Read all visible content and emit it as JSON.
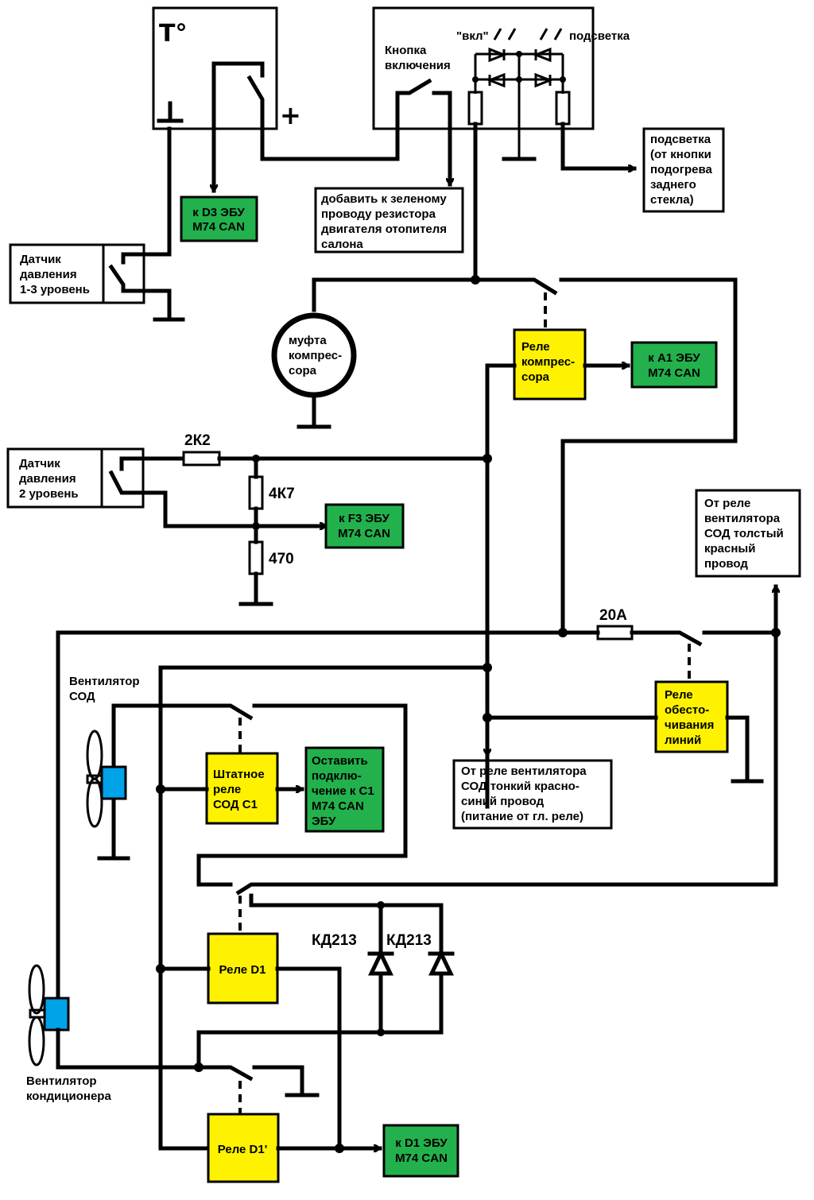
{
  "colors": {
    "wire": "#000000",
    "ecu_box": "#22b14c",
    "relay_box": "#fff200",
    "fan_motor": "#00a2e8",
    "background": "#ffffff"
  },
  "thermoswitch": {
    "temp_symbol": "T°",
    "plus_symbol": "+"
  },
  "button_unit": {
    "label": [
      "Кнопка",
      "включения"
    ],
    "on_label": "\"вкл\"",
    "backlight_label": "подсветка"
  },
  "notes": {
    "heater_resistor": [
      "добавить к зеленому",
      "проводу резистора",
      "двигателя отопителя",
      "салона"
    ],
    "backlight_source": [
      "подсветка",
      "(от кнопки",
      "подогрева",
      "заднего",
      "стекла)"
    ],
    "thick_red_wire": [
      "От реле",
      "вентилятора",
      "СОД толстый",
      "красный",
      "провод"
    ],
    "thin_red_blue_wire": [
      "От реле вентилятора",
      "СОД тонкий красно-",
      "синий провод",
      "(питание от гл. реле)"
    ]
  },
  "sensors": {
    "pressure_1_3": [
      "Датчик",
      "давления",
      "1-3 уровень"
    ],
    "pressure_2": [
      "Датчик",
      "давления",
      "2 уровень"
    ]
  },
  "compressor_clutch": [
    "муфта",
    "компрес-",
    "сора"
  ],
  "components": {
    "r_series": "2К2",
    "r_divider_top": "4К7",
    "r_divider_bottom": "470",
    "fuse": "20А",
    "diode_1": "КД213",
    "diode_2": "КД213"
  },
  "relays": {
    "compressor": [
      "Реле",
      "компрес-",
      "сора"
    ],
    "disconnect": [
      "Реле",
      "обесто-",
      "чивания",
      "линий"
    ],
    "stock_fan": [
      "Штатное",
      "реле",
      "СОД С1"
    ],
    "d1": [
      "Реле D1"
    ],
    "d1_prime": [
      "Реле D1'"
    ]
  },
  "ecu_targets": {
    "d3": [
      "к D3 ЭБУ",
      "M74 CAN"
    ],
    "a1": [
      "к А1 ЭБУ",
      "M74 CAN"
    ],
    "f3": [
      "к F3 ЭБУ",
      "M74 CAN"
    ],
    "c1": [
      "Оставить",
      "подклю-",
      "чение к С1",
      "M74 CAN",
      "ЭБУ"
    ],
    "d1": [
      "к D1 ЭБУ",
      "M74 CAN"
    ]
  },
  "fans": {
    "radiator_fan": [
      "Вентилятор",
      "СОД"
    ],
    "ac_fan": [
      "Вентилятор",
      "кондиционера"
    ]
  }
}
